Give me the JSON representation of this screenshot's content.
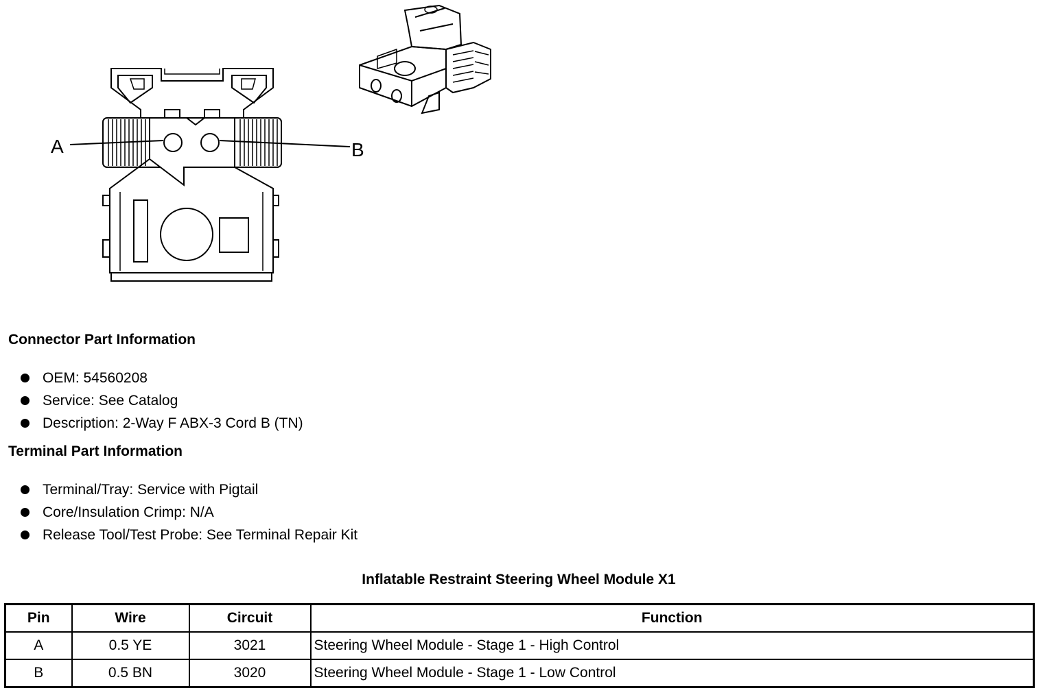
{
  "diagram": {
    "label_a": "A",
    "label_b": "B"
  },
  "connector_info": {
    "heading": "Connector Part Information",
    "items": [
      "OEM: 54560208",
      "Service: See Catalog",
      "Description: 2-Way F ABX-3 Cord B (TN)"
    ]
  },
  "terminal_info": {
    "heading": "Terminal Part Information",
    "items": [
      "Terminal/Tray: Service with Pigtail",
      "Core/Insulation Crimp: N/A",
      "Release Tool/Test Probe: See Terminal Repair Kit"
    ]
  },
  "table": {
    "title": "Inflatable Restraint Steering Wheel Module X1",
    "headers": [
      "Pin",
      "Wire",
      "Circuit",
      "Function"
    ],
    "rows": [
      [
        "A",
        "0.5 YE",
        "3021",
        "Steering Wheel Module - Stage 1 - High Control"
      ],
      [
        "B",
        "0.5 BN",
        "3020",
        "Steering Wheel Module - Stage 1 - Low Control"
      ]
    ]
  }
}
